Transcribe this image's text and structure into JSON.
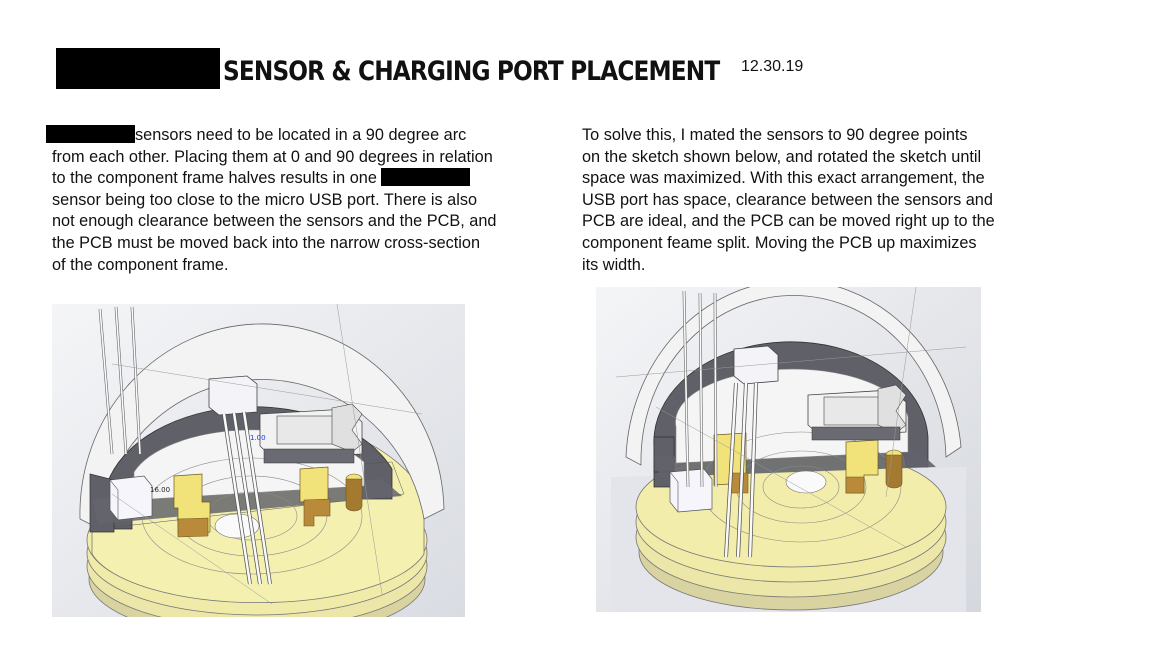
{
  "slide": {
    "title": "Sensor & Charging Port Placement",
    "date": "12.30.19"
  },
  "left_text": {
    "line1_after_redaction": "sensors need to be located in a 90 degree arc",
    "line2": "from each other. Placing them at 0 and 90 degrees in relation",
    "line3_before_redaction": "to the component frame halves results in one",
    "line4": "sensor being too close to the micro USB port. There is also",
    "line5": "not enough clearance between the sensors and the PCB, and",
    "line6": "the PCB must be moved back into the narrow cross-section",
    "line7": "of the component frame."
  },
  "right_text": {
    "line1": "To solve this, I mated the sensors to 90 degree points",
    "line2": "on the sketch shown below, and rotated the sketch until",
    "line3": "space was maximized. With this exact arrangement, the",
    "line4": "USB port has space, clearance between the sensors and",
    "line5": "PCB are ideal, and the PCB can be moved right up to the",
    "line6": "component feame split. Moving the PCB up maximizes",
    "line7": "its width."
  },
  "figures": {
    "left": {
      "dimension_a": "16.00",
      "dimension_b": "1.00"
    }
  },
  "colors": {
    "frame_dark": "#5f6068",
    "frame_light": "#f2f2f2",
    "base_yellow": "#f4f0a8",
    "component_gold": "#b88a3a",
    "background_gray": "#e2e4e8"
  }
}
